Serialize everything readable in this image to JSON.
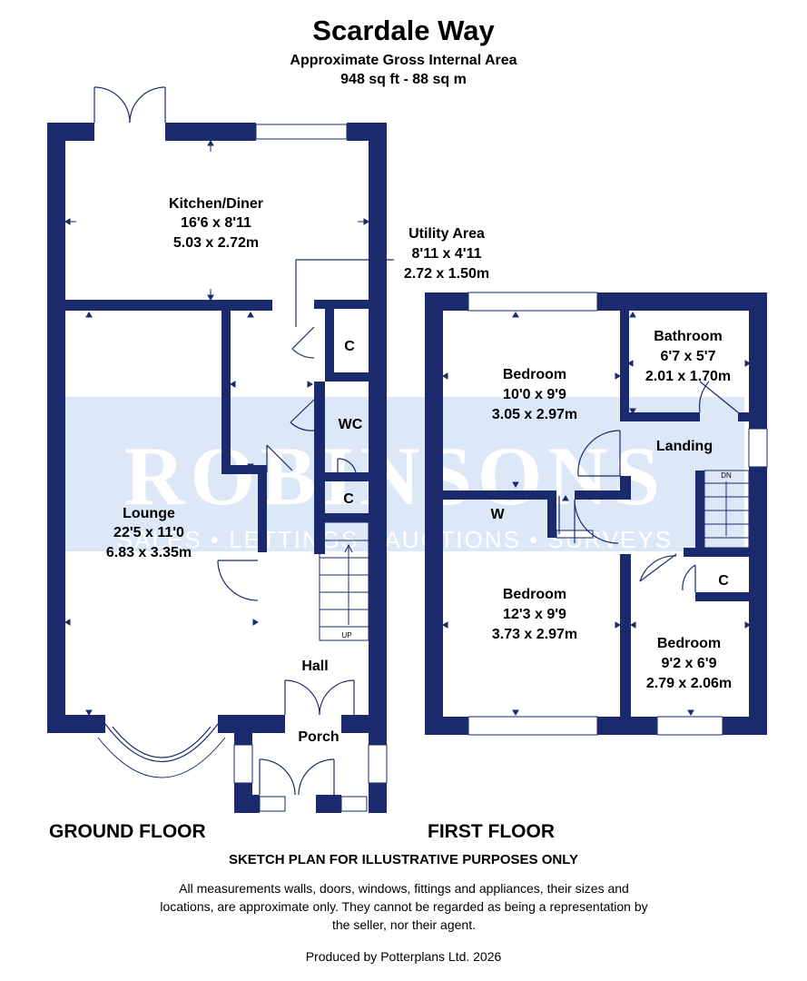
{
  "header": {
    "title": "Scardale Way",
    "area_label": "Approximate Gross Internal Area",
    "area_value": "948 sq ft - 88 sq m"
  },
  "watermark": {
    "brand": "ROBINSONS",
    "services": "SALES • LETTINGS • AUCTIONS • SURVEYS"
  },
  "colors": {
    "wall": "#1a2a6c",
    "watermark_band": "#dce7f7",
    "watermark_text": "#ffffff"
  },
  "ground_floor": {
    "label": "GROUND FLOOR",
    "rooms": {
      "kitchen": {
        "name": "Kitchen/Diner",
        "imperial": "16'6 x 8'11",
        "metric": "5.03 x 2.72m"
      },
      "utility": {
        "name": "Utility Area",
        "imperial": "8'11 x 4'11",
        "metric": "2.72 x 1.50m"
      },
      "lounge": {
        "name": "Lounge",
        "imperial": "22'5 x 11'0",
        "metric": "6.83 x 3.35m"
      },
      "cupboard1": {
        "name": "C"
      },
      "wc": {
        "name": "WC"
      },
      "cupboard2": {
        "name": "C"
      },
      "hall": {
        "name": "Hall"
      },
      "porch": {
        "name": "Porch"
      }
    },
    "stair_label": "UP"
  },
  "first_floor": {
    "label": "FIRST FLOOR",
    "rooms": {
      "bedroom1": {
        "name": "Bedroom",
        "imperial": "10'0 x 9'9",
        "metric": "3.05 x 2.97m"
      },
      "bathroom": {
        "name": "Bathroom",
        "imperial": "6'7 x 5'7",
        "metric": "2.01 x 1.70m"
      },
      "landing": {
        "name": "Landing"
      },
      "wardrobe": {
        "name": "W"
      },
      "bedroom2": {
        "name": "Bedroom",
        "imperial": "12'3 x 9'9",
        "metric": "3.73 x 2.97m"
      },
      "cupboard": {
        "name": "C"
      },
      "bedroom3": {
        "name": "Bedroom",
        "imperial": "9'2 x 6'9",
        "metric": "2.79 x 2.06m"
      }
    },
    "stair_label": "DN"
  },
  "footer": {
    "sketch_note": "SKETCH PLAN FOR ILLUSTRATIVE PURPOSES ONLY",
    "disclaimer": "All measurements walls, doors, windows, fittings and appliances, their sizes and locations, are approximate only. They cannot be regarded as being a representation by the seller, nor their agent.",
    "produced_by": "Produced by Potterplans Ltd. 2026"
  }
}
